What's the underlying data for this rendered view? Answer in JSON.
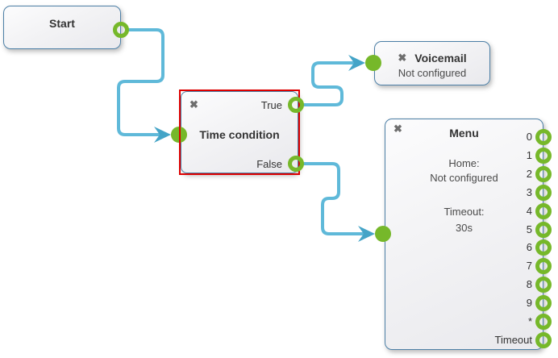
{
  "app": {
    "name": "call-flow-editor"
  },
  "colors": {
    "canvas_bg": "#ffffff",
    "node_border": "#4c7fa6",
    "selection": "#dd0000",
    "connector": "#5fb9d9",
    "arrowhead": "#44a4c7",
    "port_green": "#76b82a",
    "title_text": "#333333",
    "body_text": "#4a4a4a",
    "close_icon": "#6e6e6e"
  },
  "icons": {
    "close": "✖"
  },
  "nodes": {
    "start": {
      "title": "Start"
    },
    "time_condition": {
      "title": "Time condition",
      "selected": true,
      "output_true_label": "True",
      "output_false_label": "False"
    },
    "voicemail": {
      "title": "Voicemail",
      "status": "Not configured"
    },
    "menu": {
      "title": "Menu",
      "lines": [
        "Home:",
        "Not configured",
        "Timeout:",
        "30s"
      ],
      "ports": [
        "0",
        "1",
        "2",
        "3",
        "4",
        "5",
        "6",
        "7",
        "8",
        "9",
        "*",
        "Timeout"
      ]
    }
  },
  "connections": [
    {
      "from": "start",
      "to": "time-condition"
    },
    {
      "from": "time-condition-true",
      "to": "voicemail"
    },
    {
      "from": "time-condition-false",
      "to": "menu"
    }
  ]
}
